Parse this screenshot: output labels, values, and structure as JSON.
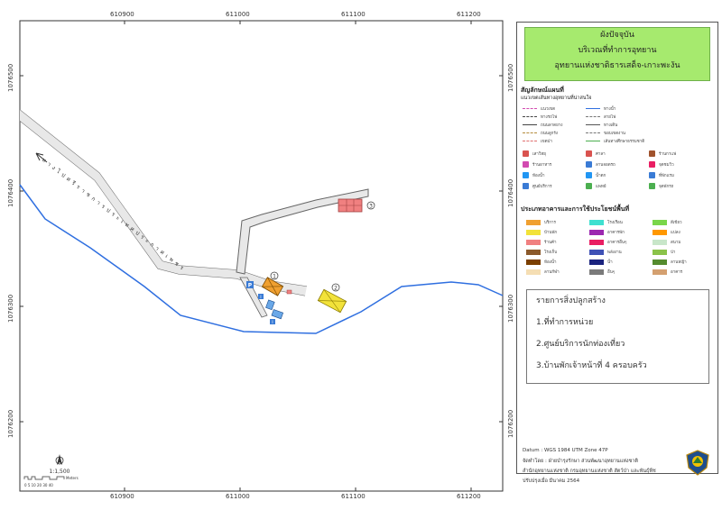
{
  "grid": {
    "x_ticks": [
      "610900",
      "611000",
      "611100",
      "611200"
    ],
    "y_ticks": [
      "1076500",
      "1076400",
      "1076300",
      "1076200"
    ]
  },
  "map": {
    "road_label": "ทางไปศรีราชการประเทศประกาศเพชร",
    "markers": [
      "1",
      "2",
      "3"
    ],
    "parking": "P",
    "info": "i",
    "north": "N",
    "scale_text": "1:1,500",
    "scale_ticks": "0  5 10   20   30   40",
    "scale_unit": "Meters",
    "colors": {
      "river": "#2f6fe0",
      "road": "#8a8a8a",
      "building_orange": "#f0a030",
      "building_yellow": "#f2e23a",
      "building_red": "#f08080"
    }
  },
  "title": {
    "line1": "ผังปัจจุบัน",
    "line2": "บริเวณที่ทำการอุทยาน",
    "line3": "อุทยานแห่งชาติธารเสด็จ-เกาะพะงัน"
  },
  "legend": {
    "heading": "สัญลักษณ์แผนที่",
    "subheading": "แนวเขตเส้นทางอุทยานที่น่าสนใจ",
    "lines": [
      {
        "label": "แนวเขต",
        "color": "#d24ab0",
        "style": "dashed"
      },
      {
        "label": "ทางรถไฟ",
        "color": "#444444",
        "style": "dashed"
      },
      {
        "label": "ถนนลาดยาง",
        "color": "#444444",
        "style": "solid"
      },
      {
        "label": "ถนนลูกรัง",
        "color": "#b58c3c",
        "style": "dashed"
      },
      {
        "label": "เขตป่า",
        "color": "#e07070",
        "style": "dashed"
      },
      {
        "label": "ทางน้ำ",
        "color": "#2f6fe0",
        "style": "solid"
      },
      {
        "label": "สายไฟ",
        "color": "#777777",
        "style": "dashed"
      },
      {
        "label": "ทางเดิน",
        "color": "#555555",
        "style": "solid"
      },
      {
        "label": "ขอบเขตงาน",
        "color": "#777777",
        "style": "dashed"
      },
      {
        "label": "เส้นทางศึกษาธรรมชาติ",
        "color": "#4caf50",
        "style": "solid"
      }
    ],
    "icons": [
      {
        "label": "เสาวิทยุ",
        "color": "#d9534f"
      },
      {
        "label": "ศาลา",
        "color": "#d9534f"
      },
      {
        "label": "ร้านกาแฟ",
        "color": "#a0522d"
      },
      {
        "label": "ร้านอาหาร",
        "color": "#d24ab0"
      },
      {
        "label": "ลานจอดรถ",
        "color": "#3a7bd5"
      },
      {
        "label": "จุดชมวิว",
        "color": "#e91e63"
      },
      {
        "label": "ห้องน้ำ",
        "color": "#2196f3"
      },
      {
        "label": "น้ำตก",
        "color": "#2196f3"
      },
      {
        "label": "ที่พักแรม",
        "color": "#3a7bd5"
      },
      {
        "label": "ศูนย์บริการ",
        "color": "#3a7bd5"
      },
      {
        "label": "แพทย์",
        "color": "#4caf50"
      },
      {
        "label": "จุดพักรถ",
        "color": "#4caf50"
      }
    ]
  },
  "landuse": {
    "heading": "ประเภทอาคารและการใช้ประโยชน์พื้นที่",
    "items": [
      {
        "label": "บริการ",
        "color": "#f0a030"
      },
      {
        "label": "บ้านพัก",
        "color": "#f2e23a"
      },
      {
        "label": "ร้านค้า",
        "color": "#f08080"
      },
      {
        "label": "โรงเก็บ",
        "color": "#8b5a2b"
      },
      {
        "label": "ห้องน้ำ",
        "color": "#7b3f00"
      },
      {
        "label": "ลานกีฬา",
        "color": "#f5deb3"
      },
      {
        "label": "โรงเรือน",
        "color": "#3fe0d0"
      },
      {
        "label": "อาคารพัก",
        "color": "#9c27b0"
      },
      {
        "label": "อาคารอื่นๆ",
        "color": "#e91e63"
      },
      {
        "label": "พลังงาน",
        "color": "#3f51b5"
      },
      {
        "label": "น้ำ",
        "color": "#1a237e"
      },
      {
        "label": "อื่นๆ",
        "color": "#7a7a7a"
      },
      {
        "label": "สีเขียว",
        "color": "#7ad64a"
      },
      {
        "label": "แปลง",
        "color": "#ff9800"
      },
      {
        "label": "สนาม",
        "color": "#c8e6c9"
      },
      {
        "label": "ป่า",
        "color": "#8bc34a"
      },
      {
        "label": "ลานหญ้า",
        "color": "#558b2f"
      },
      {
        "label": "อาคาร",
        "color": "#d4a070"
      }
    ]
  },
  "buildings": {
    "heading": "รายการสิ่งปลูกสร้าง",
    "items": [
      "1.ที่ทำการหน่วย",
      "2.ศูนย์บริการนักท่องเที่ยว",
      "3.บ้านพักเจ้าหน้าที่ 4 ครอบครัว"
    ]
  },
  "footer": {
    "datum": "Datum  :  WGS 1984 UTM Zone 47P",
    "made_by": "จัดทำโดย  :  ฝ่ายบำรุงรักษา ส่วนพัฒนาอุทยานแห่งชาติ",
    "office": "สำนักอุทยานแห่งชาติ  กรมอุทยานแห่งชาติ สัตว์ป่า และพันธุ์พืช",
    "updated": "ปรับปรุงเมื่อ  มีนาคม 2564"
  }
}
